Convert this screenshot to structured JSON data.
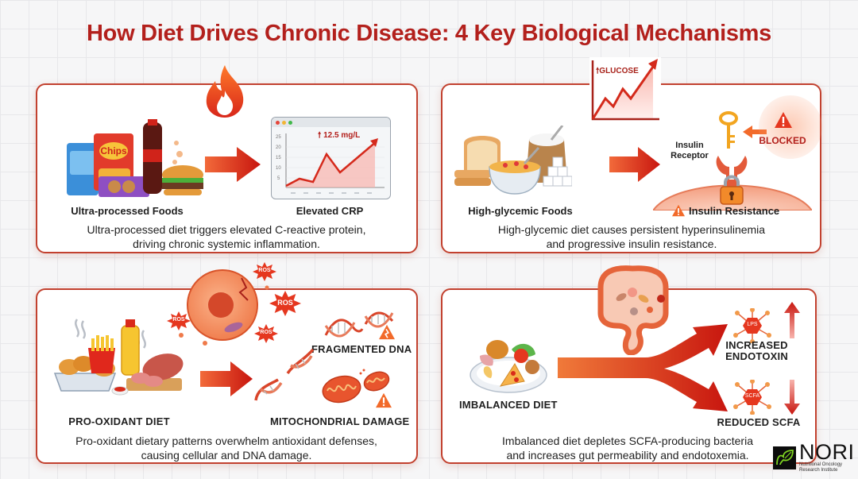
{
  "title": "How Diet Drives Chronic Disease: 4 Key Biological Mechanisms",
  "colors": {
    "title": "#b3201c",
    "card_border": "#c2412f",
    "arrow_red": "#d42a1b",
    "accent_orange": "#f26a2a",
    "logo_green": "#7ed321"
  },
  "panels": [
    {
      "id": "inflammation",
      "icon": "flame-icon",
      "input_label": "Ultra-processed Foods",
      "input_items": [
        "Chips",
        "cola bottle",
        "crackers bag",
        "cookies",
        "burger"
      ],
      "chips_text": "Chips",
      "output_label": "Elevated CRP",
      "chart": {
        "value_label": "12.5 mg/L",
        "y_ticks": [
          "25",
          "20",
          "15",
          "10",
          "5"
        ]
      },
      "description_line1": "Ultra-processed diet triggers elevated C-reactive protein,",
      "description_line2": "driving chronic systemic inflammation."
    },
    {
      "id": "insulin",
      "icon": "glucose-chart-icon",
      "glucose_label": "GLUCOSE",
      "input_label": "High-glycemic Foods",
      "input_items": [
        "bread",
        "sugar sack",
        "cereal bowl",
        "sugar cubes"
      ],
      "receptor_label_line1": "Insulin",
      "receptor_label_line2": "Receptor",
      "blocked_label": "BLOCKED",
      "output_label": "Insulin Resistance",
      "description_line1": "High-glycemic diet causes persistent hyperinsulinemia",
      "description_line2": "and progressive insulin resistance."
    },
    {
      "id": "oxidative",
      "icon": "damaged-cell-icon",
      "ros_labels": [
        "ROS",
        "ROS",
        "ROS",
        "ROS"
      ],
      "input_label": "PRO-OXIDANT DIET",
      "input_items": [
        "fried chicken",
        "fries",
        "cooking oil",
        "processed meat"
      ],
      "output_label_top": "FRAGMENTED DNA",
      "output_label_bottom": "MITOCHONDRIAL DAMAGE",
      "description_line1": "Pro-oxidant dietary patterns overwhelm antioxidant defenses,",
      "description_line2": "causing cellular and DNA damage."
    },
    {
      "id": "gut",
      "icon": "intestine-icon",
      "input_label": "IMBALANCED DIET",
      "lps_label": "LPS",
      "scfa_label": "SCFA",
      "output_top_line1": "INCREASED",
      "output_top_line2": "ENDOTOXIN",
      "output_bottom": "REDUCED SCFA",
      "description_line1": "Imbalanced diet depletes SCFA-producing bacteria",
      "description_line2": "and increases gut permeability and endotoxemia."
    }
  ],
  "logo": {
    "name": "NORI",
    "subtitle_line1": "Nutritional Oncology",
    "subtitle_line2": "Research Institute"
  }
}
